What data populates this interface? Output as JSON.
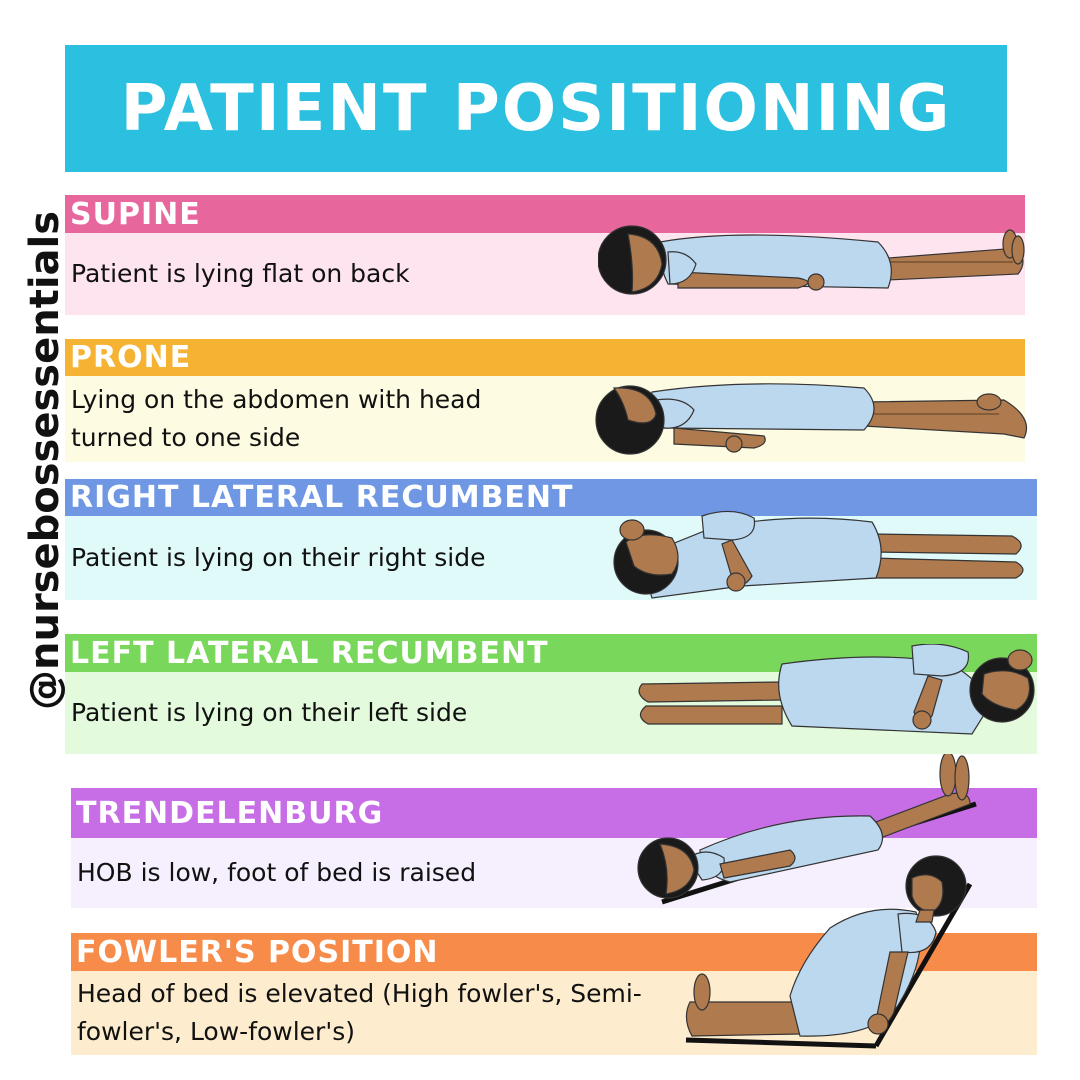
{
  "title": "PATIENT POSITIONING",
  "handle": "@nursebossessentials",
  "colors": {
    "title_bg": "#2bbfe0",
    "skin": "#b07a4f",
    "gown": "#bcd8ef",
    "hair": "#1a1a1a"
  },
  "sections": [
    {
      "name": "SUPINE",
      "description": "Patient is lying flat on back",
      "header_color": "#e7679d",
      "body_color": "#fde4ef",
      "figure_icon": "supine-figure-icon"
    },
    {
      "name": "PRONE",
      "description": "Lying on the abdomen with head turned to one side",
      "header_color": "#f5b233",
      "body_color": "#fdfbe1",
      "figure_icon": "prone-figure-icon"
    },
    {
      "name": "RIGHT LATERAL RECUMBENT",
      "description": "Patient is lying on their right side",
      "header_color": "#6f97e4",
      "body_color": "#e0fafa",
      "figure_icon": "right-lateral-figure-icon"
    },
    {
      "name": "LEFT LATERAL RECUMBENT",
      "description": "Patient is lying on their left side",
      "header_color": "#79d75b",
      "body_color": "#e3fadc",
      "figure_icon": "left-lateral-figure-icon"
    },
    {
      "name": "TRENDELENBURG",
      "description": "HOB is low, foot of bed is raised",
      "header_color": "#c76ee6",
      "body_color": "#f6effd",
      "figure_icon": "trendelenburg-figure-icon"
    },
    {
      "name": "FOWLER'S POSITION",
      "description": "Head of bed is elevated (High fowler's, Semi-fowler's, Low-fowler's)",
      "header_color": "#f78c4a",
      "body_color": "#fdeccd",
      "figure_icon": "fowlers-figure-icon"
    }
  ]
}
